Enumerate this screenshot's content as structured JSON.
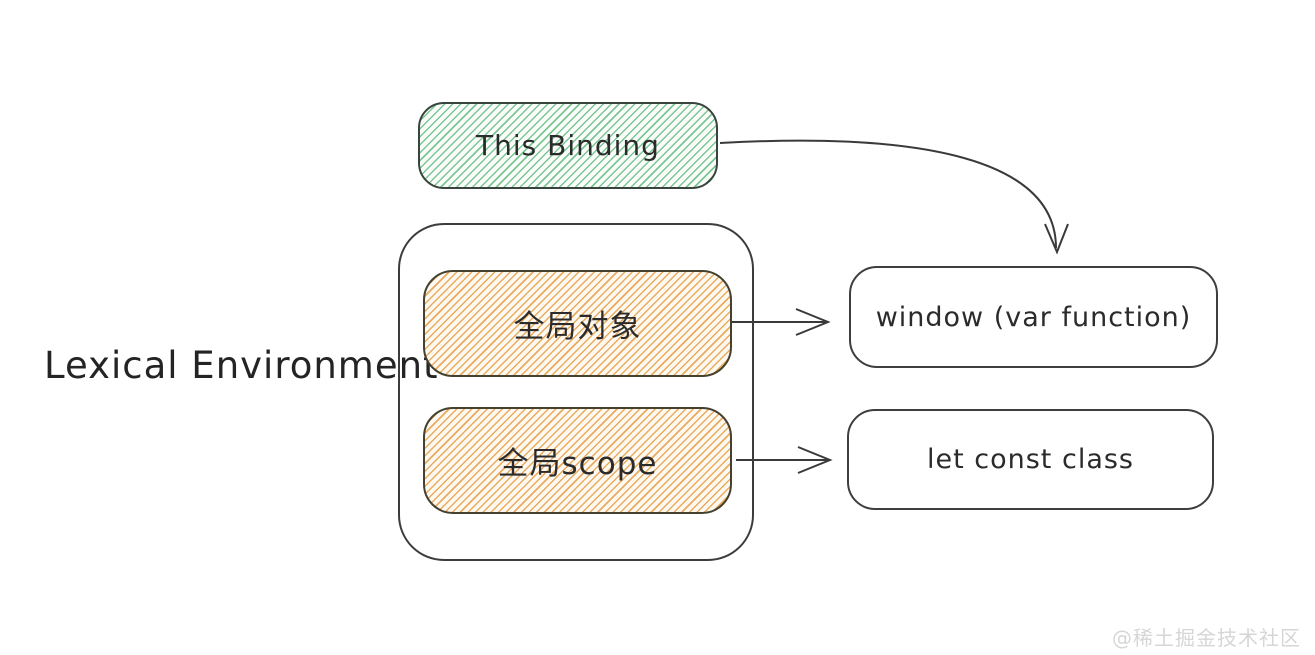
{
  "labels": {
    "lexical_environment": "Lexical Environment"
  },
  "nodes": {
    "this_binding": "This Binding",
    "global_object": "全局对象",
    "global_scope": "全局scope",
    "window_var_function": "window (var function)",
    "let_const_class": "let const class"
  },
  "watermark": "@稀土掘金技术社区",
  "colors": {
    "arrow": "#3a3a3a",
    "box_border": "#3c3c3c",
    "green_hachure": "#74c48e",
    "orange_hachure": "#e9a758",
    "text": "#2b2b2b",
    "watermark_gray": "#d6d6d6"
  }
}
